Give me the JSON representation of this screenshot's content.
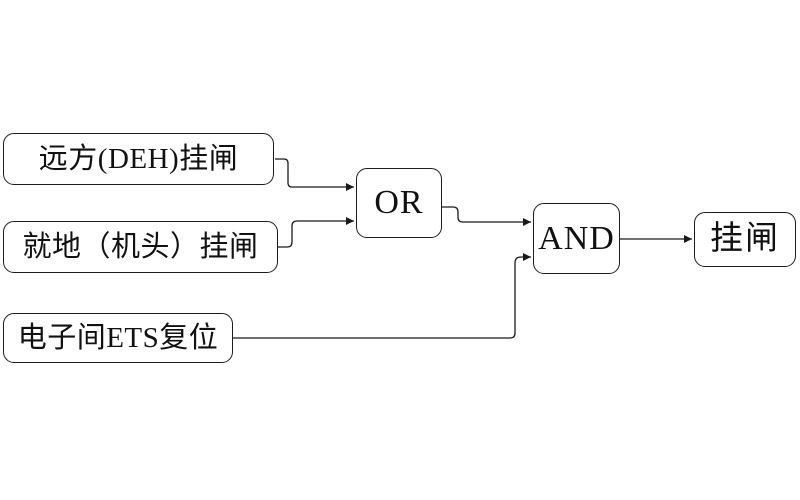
{
  "page": {
    "background": "#ffffff"
  },
  "diagram": {
    "type": "logic-flow-diagram",
    "line_color": "#1a1a1a",
    "box_border_color": "#1c1c1c",
    "box_fill": "#ffffff",
    "text_color": "#111111",
    "nodes": {
      "input_remote": {
        "label": "远方(DEH)挂闸",
        "type": "input"
      },
      "input_local": {
        "label": "就地（机头）挂闸",
        "type": "input"
      },
      "input_ets": {
        "label": "电子间ETS复位",
        "type": "input"
      },
      "gate_or": {
        "label": "OR",
        "type": "logic-gate"
      },
      "gate_and": {
        "label": "AND",
        "type": "logic-gate"
      },
      "output_latch": {
        "label": "挂闸",
        "type": "output"
      }
    },
    "connections": [
      {
        "from": "input_remote",
        "to": "gate_or"
      },
      {
        "from": "input_local",
        "to": "gate_or"
      },
      {
        "from": "gate_or",
        "to": "gate_and"
      },
      {
        "from": "input_ets",
        "to": "gate_and"
      },
      {
        "from": "gate_and",
        "to": "output_latch"
      }
    ]
  }
}
